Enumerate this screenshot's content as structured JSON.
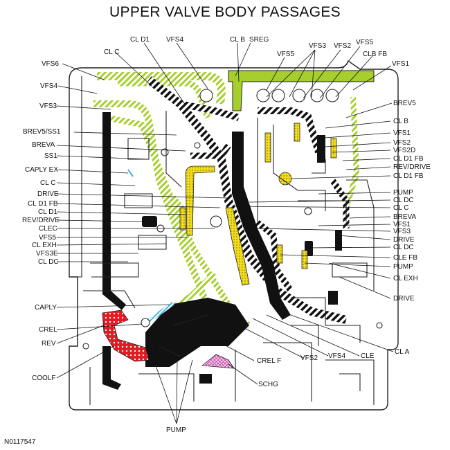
{
  "title": "UPPER VALVE BODY PASSAGES",
  "figure_id": "N0117547",
  "colors": {
    "green": "#a6cf2e",
    "yellow": "#f2dc1e",
    "red": "#e11b22",
    "pink": "#e874c8",
    "blue": "#3fb6e8",
    "black": "#111111"
  },
  "labels": {
    "cl_d1_top": "CL D1",
    "vfs4_top": "VFS4",
    "cl_b_top": "CL B",
    "sreg": "SREG",
    "vfs3_top": "VFS3",
    "vfs2_top": "VFS2",
    "vfs5_top_r": "VFS5",
    "cl_c_top": "CL C",
    "vfs5_top": "VFS5",
    "clb_fb": "CLB FB",
    "vfs1_top": "VFS1",
    "l_vfs6": "VFS6",
    "l_vfs4": "VFS4",
    "l_vfs3": "VFS3",
    "l_brev5_ss1": "BREV5/SS1",
    "l_breva": "BREVA",
    "l_ss1": "SS1",
    "l_caply_ex": "CAPLY EX",
    "l_cl_c": "CL C",
    "l_drive": "DRIVE",
    "l_cl_d1_fb": "CL D1 FB",
    "l_cl_d1": "CL D1",
    "l_rev_drive": "REV/DRIVE",
    "l_clec": "CLEC",
    "l_vfs5": "VFS5",
    "l_cl_exh": "CL EXH",
    "l_vfs3e": "VFS3E",
    "l_cl_dc": "CL DC",
    "l_caply": "CAPLY",
    "l_crel": "CREL",
    "l_rev": "REV",
    "l_coolf": "COOLF",
    "r_brev5": "BREV5",
    "r_cl_b": "CL B",
    "r_vfs1": "VFS1",
    "r_vfs2": "VFS2",
    "r_vfs2d": "VFS2D",
    "r_cl_d1_fb": "CL D1 FB",
    "r_rev_drive": "REV/DRIVE",
    "r_cl_d1_fb2": "CL D1 FB",
    "r_pump": "PUMP",
    "r_cl_dc": "CL DC",
    "r_cl_c": "CL C",
    "r_breva": "BREVA",
    "r_vfs1b": "VFS1",
    "r_vfs3": "VFS3",
    "r_drive": "DRIVE",
    "r_cl_dc2": "CL DC",
    "r_cle_fb": "CLE FB",
    "r_pump2": "PUMP",
    "r_cl_exh": "CL EXH",
    "r_drive2": "DRIVE",
    "r_cl_a": "CL A",
    "b_crel_f": "CREL F",
    "b_vfs2": "VFS2",
    "b_vfs4": "VFS4",
    "b_cle": "CLE",
    "b_schg": "SCHG",
    "b_pump": "PUMP"
  }
}
